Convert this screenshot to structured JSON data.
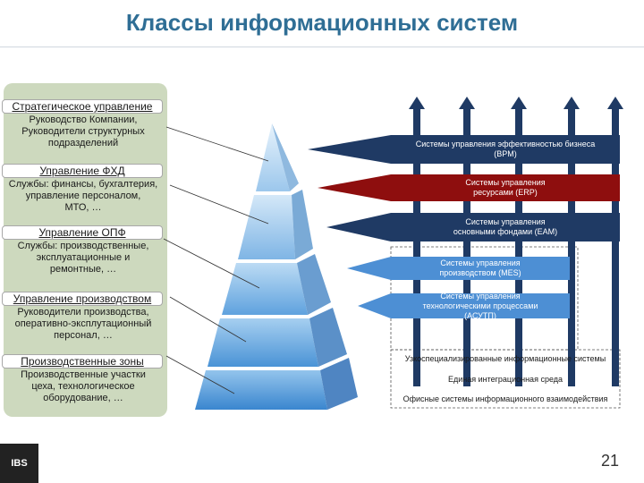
{
  "title": "Классы информационных систем",
  "colors": {
    "title": "#2f6e95",
    "panel": "#cdd9be",
    "pyramid_light": "#e6f2fb",
    "pyramid_dark": "#3b8fd1",
    "arrow_navy": "#1f3a64",
    "arrow_red": "#8e0e0e",
    "box_light_blue": "#4d8fd4"
  },
  "levels": [
    {
      "head": "Стратегическое управление",
      "desc": "Руководство Компании,\nРуководители структурных\nподразделений"
    },
    {
      "head": "Управление ФХД",
      "desc": "Службы: финансы, бухгалтерия,\nуправление персоналом,\nМТО, …"
    },
    {
      "head": "Управление ОПФ",
      "desc": "Службы: производственные,\nэксплуатационные и\nремонтные, …"
    },
    {
      "head": "Управление производством",
      "desc": "Руководители производства,\nоперативно-эксплутационный\nперсонал, …"
    },
    {
      "head": "Производственные зоны",
      "desc": "Производственные участки\nцеха, технологическое\nоборудование, …"
    }
  ],
  "systems": {
    "bpm": "Системы управления эффективностью бизнеса\n(BPM)",
    "erp": "Системы управления\nресурсами (ERP)",
    "eam": "Системы управления\nосновными фондами (EAM)",
    "mes": "Системы управления\nпроизводством (MES)",
    "asutp": "Системы управления\nтехнологическими процессами\n(АСУТП)",
    "specialized": "Узкоспециализированные информационные системы",
    "integration": "Единая интеграционная среда",
    "office": "Офисные системы информационного взаимодействия"
  },
  "logo": "IBS",
  "page_number": "21"
}
